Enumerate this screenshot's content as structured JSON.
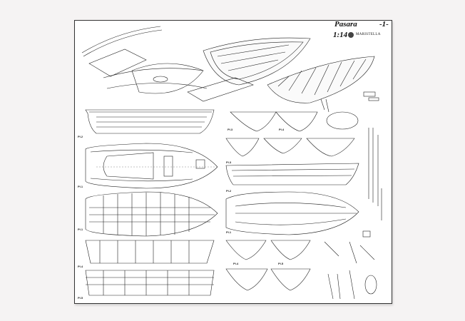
{
  "title": {
    "name": "Pasara",
    "sheet": "-1-",
    "scale": "1:14",
    "brand": "MARISTELLA"
  },
  "plate_labels": [
    "Pl.2",
    "Pl.1",
    "Pl.1",
    "Pl.3",
    "Pl.4",
    "Pl.4",
    "Pl.5",
    "Pl.2",
    "Pl.3",
    "Pl.1",
    "Pl.4",
    "Pl.5"
  ]
}
